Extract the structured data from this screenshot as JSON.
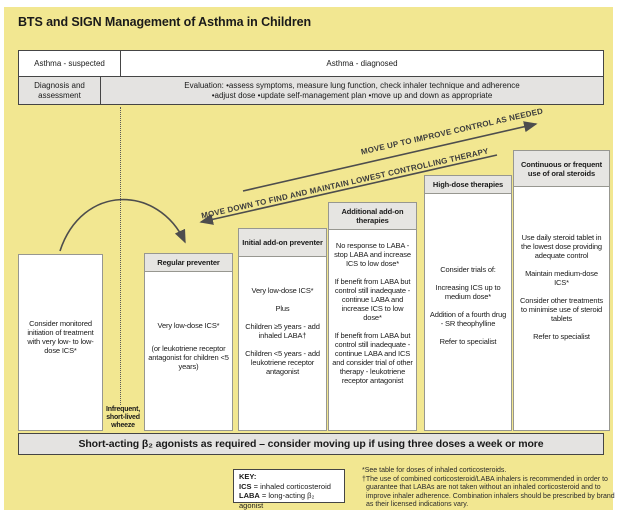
{
  "title": "BTS and SIGN Management of Asthma in Children",
  "top_table": {
    "suspected": "Asthma - suspected",
    "diagnosed": "Asthma - diagnosed",
    "row_label": "Diagnosis and assessment",
    "evaluation_line1": "Evaluation: •assess symptoms, measure lung function, check inhaler technique and adherence",
    "evaluation_line2": "•adjust dose •update self-management plan •move up and down as appropriate"
  },
  "arrows": {
    "up_label": "MOVE UP TO IMPROVE CONTROL AS NEEDED",
    "down_label": "MOVE DOWN TO FIND AND MAINTAIN LOWEST CONTROLLING THERAPY"
  },
  "steps": [
    {
      "header": "",
      "body": [
        "Consider monitored initiation of treatment with very low- to low-dose ICS*"
      ]
    },
    {
      "header": "Regular preventer",
      "body": [
        "Very low-dose ICS*",
        "(or leukotriene receptor antagonist for children <5 years)"
      ]
    },
    {
      "header": "Initial add-on preventer",
      "body": [
        "Very low-dose ICS*",
        "Plus",
        "Children ≥5 years - add inhaled LABA†",
        "Children <5 years - add leukotriene receptor antagonist"
      ]
    },
    {
      "header": "Additional add-on therapies",
      "body": [
        "No response to LABA - stop LABA and increase ICS to low dose*",
        "If benefit from LABA but control still inadequate - continue LABA and increase ICS to low dose*",
        "If benefit from LABA but control still inadequate - continue LABA and ICS and consider trial of other therapy - leukotriene receptor antagonist"
      ]
    },
    {
      "header": "High-dose therapies",
      "body": [
        "Consider trials of:",
        "Increasing ICS up to medium dose*",
        "Addition of a fourth drug - SR theophylline",
        "Refer to specialist"
      ]
    },
    {
      "header": "Continuous or frequent use of oral steroids",
      "body": [
        "Use daily steroid tablet in the lowest dose providing adequate control",
        "Maintain medium-dose ICS*",
        "Consider other treatments to minimise use of steroid tablets",
        "Refer to specialist"
      ]
    }
  ],
  "wheeze_note": "Infrequent, short-lived wheeze",
  "reliever_bar": "Short-acting β₂ agonists as required – consider moving up if using three doses a week or more",
  "key": {
    "title": "KEY:",
    "ics_term": "ICS",
    "ics_def": " = inhaled corticosteroid",
    "laba_term": "LABA",
    "laba_def": " = long-acting β₂ agonist"
  },
  "footnotes": {
    "note1": "*See table for doses of inhaled corticosteroids.",
    "note2": "†The use of combined corticosteroid/LABA inhalers is recommended in order to guarantee that LABAs are not taken without an inhaled corticosteroid and to improve inhaler adherence. Combination inhalers should be prescribed by brand as their licensed indications vary."
  },
  "colors": {
    "background_yellow": "#f2e791",
    "panel_gray": "#e4e3e1",
    "border_dark": "#454545",
    "border_light": "#979790",
    "arrow": "#4d4d4d"
  }
}
